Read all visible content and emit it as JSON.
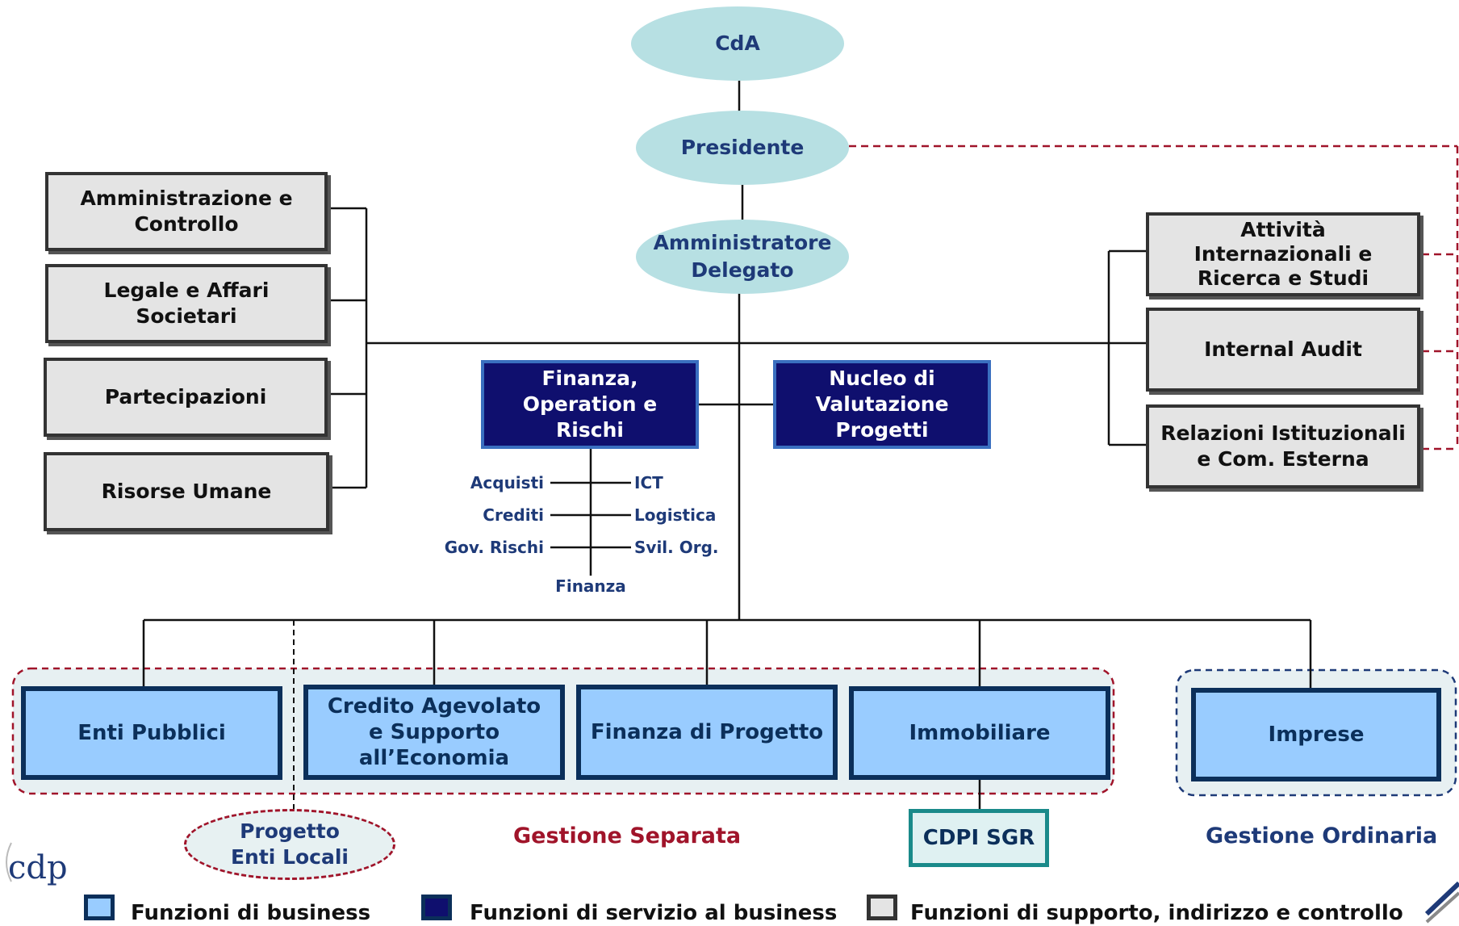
{
  "top": {
    "cda": "CdA",
    "presidente": "Presidente",
    "ad": "Amministratore\nDelegato"
  },
  "left_boxes": [
    "Amministrazione e\nControllo",
    "Legale e Affari\nSocietari",
    "Partecipazioni",
    "Risorse Umane"
  ],
  "right_boxes": [
    "Attività\nInternazionali e\nRicerca e Studi",
    "Internal Audit",
    "Relazioni Istituzionali\ne Com. Esterna"
  ],
  "center_boxes": {
    "finanza": "Finanza,\nOperation e\nRischi",
    "nucleo": "Nucleo di\nValutazione\nProgetti"
  },
  "sub_units": {
    "left": [
      "Acquisti",
      "Crediti",
      "Gov. Rischi"
    ],
    "right": [
      "ICT",
      "Logistica",
      "Svil. Org."
    ],
    "bottom": "Finanza"
  },
  "business": {
    "enti_pubblici": "Enti Pubblici",
    "credito": "Credito Agevolato\ne Supporto\nall’Economia",
    "finanza_progetto": "Finanza di Progetto",
    "immobiliare": "Immobiliare",
    "imprese": "Imprese",
    "cdpi": "CDPI SGR",
    "progetto": "Progetto\nEnti Locali"
  },
  "groups": {
    "separata": "Gestione Separata",
    "ordinaria": "Gestione Ordinaria"
  },
  "legend": [
    {
      "label": "Funzioni di business",
      "color": "#99ccff",
      "border": "#0b2f5a"
    },
    {
      "label": "Funzioni di servizio al business",
      "color": "#0f0f6e",
      "border": "#0b2f5a"
    },
    {
      "label": "Funzioni di supporto, indirizzo e controllo",
      "color": "#e4e4e4",
      "border": "#333333"
    }
  ],
  "logo": "cdp",
  "colors": {
    "separata": "#a0142a",
    "ordinaria": "#1e3a78",
    "navy": "#0f0f6e",
    "business": "#99ccff",
    "support": "#e4e4e4"
  }
}
